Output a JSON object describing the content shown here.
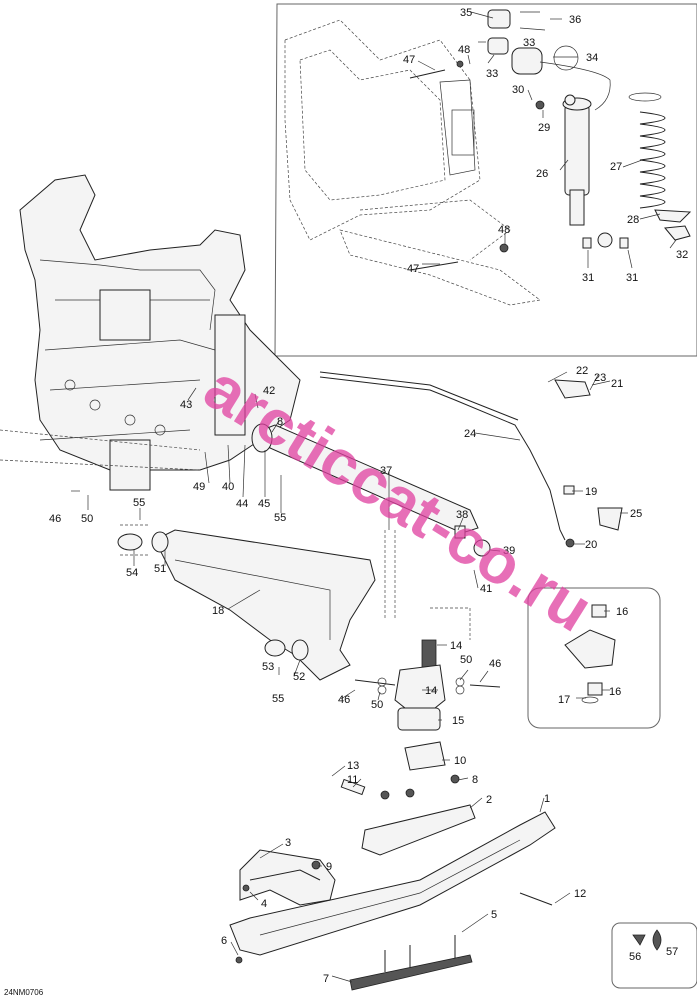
{
  "diagram": {
    "code": "24NM0706",
    "watermark": "arcticcat-co.ru"
  },
  "callouts": [
    "1",
    "2",
    "3",
    "4",
    "5",
    "6",
    "7",
    "8",
    "9",
    "10",
    "11",
    "12",
    "13",
    "14",
    "15",
    "16",
    "17",
    "18",
    "19",
    "20",
    "21",
    "22",
    "23",
    "24",
    "25",
    "26",
    "27",
    "28",
    "29",
    "30",
    "31",
    "32",
    "33",
    "34",
    "35",
    "36",
    "37",
    "38",
    "39",
    "40",
    "41",
    "42",
    "43",
    "44",
    "45",
    "46",
    "47",
    "48",
    "49",
    "50",
    "51",
    "52",
    "53",
    "54",
    "55",
    "56",
    "57"
  ],
  "colors": {
    "watermark": "#e040a0",
    "ink": "#222222",
    "inset_frame": "#666666"
  }
}
